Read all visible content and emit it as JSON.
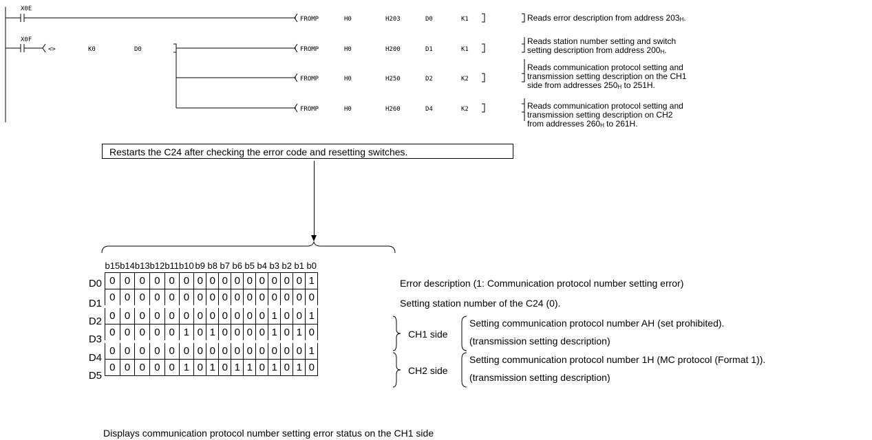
{
  "ladder": {
    "contacts": [
      "X0E",
      "X0F"
    ],
    "compare": {
      "op": "<>",
      "a": "K0",
      "b": "D0"
    },
    "instructions": [
      {
        "cmd": "FROMP",
        "unit": "H0",
        "addr": "H203",
        "dest": "D0",
        "count": "K1"
      },
      {
        "cmd": "FROMP",
        "unit": "H0",
        "addr": "H200",
        "dest": "D1",
        "count": "K1"
      },
      {
        "cmd": "FROMP",
        "unit": "H0",
        "addr": "H250",
        "dest": "D2",
        "count": "K2"
      },
      {
        "cmd": "FROMP",
        "unit": "H0",
        "addr": "H260",
        "dest": "D4",
        "count": "K2"
      }
    ],
    "descriptions": [
      {
        "lines": [
          {
            "pre": "Reads error description from address 203",
            "sub": "H",
            "post": "."
          }
        ]
      },
      {
        "lines": [
          {
            "pre": "Reads station number setting and switch",
            "sub": "",
            "post": ""
          },
          {
            "pre": "setting description from address 200",
            "sub": "H",
            "post": "."
          }
        ]
      },
      {
        "lines": [
          {
            "pre": "Reads communication protocol setting and",
            "sub": "",
            "post": ""
          },
          {
            "pre": "transmission setting description on the CH1",
            "sub": "",
            "post": ""
          },
          {
            "pre": "side from addresses 250",
            "sub": "H",
            "post": " to 251H."
          }
        ]
      },
      {
        "lines": [
          {
            "pre": "Reads communication protocol setting and",
            "sub": "",
            "post": ""
          },
          {
            "pre": "transmission setting description on CH2",
            "sub": "",
            "post": ""
          },
          {
            "pre": "from addresses 260",
            "sub": "H",
            "post": " to 261H."
          }
        ]
      }
    ]
  },
  "note": "Restarts the C24 after checking the error code and resetting switches.",
  "register_table": {
    "bit_headers": [
      "b15",
      "b14",
      "b13",
      "b12",
      "b11",
      "b10",
      "b9",
      "b8",
      "b7",
      "b6",
      "b5",
      "b4",
      "b3",
      "b2",
      "b1",
      "b0"
    ],
    "rows": [
      {
        "label": "D0",
        "bits": [
          0,
          0,
          0,
          0,
          0,
          0,
          0,
          0,
          0,
          0,
          0,
          0,
          0,
          0,
          0,
          1
        ]
      },
      {
        "label": "D1",
        "bits": [
          0,
          0,
          0,
          0,
          0,
          0,
          0,
          0,
          0,
          0,
          0,
          0,
          0,
          0,
          0,
          0
        ]
      },
      {
        "label": "D2",
        "bits": [
          0,
          0,
          0,
          0,
          0,
          0,
          0,
          0,
          0,
          0,
          0,
          0,
          1,
          0,
          0,
          1
        ]
      },
      {
        "label": "D3",
        "bits": [
          0,
          0,
          0,
          0,
          0,
          1,
          0,
          1,
          0,
          0,
          0,
          0,
          1,
          0,
          1,
          0
        ]
      },
      {
        "label": "D4",
        "bits": [
          0,
          0,
          0,
          0,
          0,
          0,
          0,
          0,
          0,
          0,
          0,
          0,
          0,
          0,
          0,
          1
        ]
      },
      {
        "label": "D5",
        "bits": [
          0,
          0,
          0,
          0,
          0,
          1,
          0,
          1,
          0,
          1,
          1,
          0,
          1,
          0,
          1,
          0
        ]
      }
    ],
    "d0_desc": "Error description (1: Communication protocol number setting error)",
    "d1_desc": "Setting station number of the C24 (0).",
    "ch1": {
      "label": "CH1 side",
      "line1": "Setting communication protocol number AH (set prohibited).",
      "line2": "(transmission setting description)"
    },
    "ch2": {
      "label": "CH2 side",
      "line1": "Setting communication protocol number 1H (MC protocol (Format 1)).",
      "line2": "(transmission setting description)"
    }
  },
  "footer": "Displays communication protocol number setting error status on the CH1 side"
}
